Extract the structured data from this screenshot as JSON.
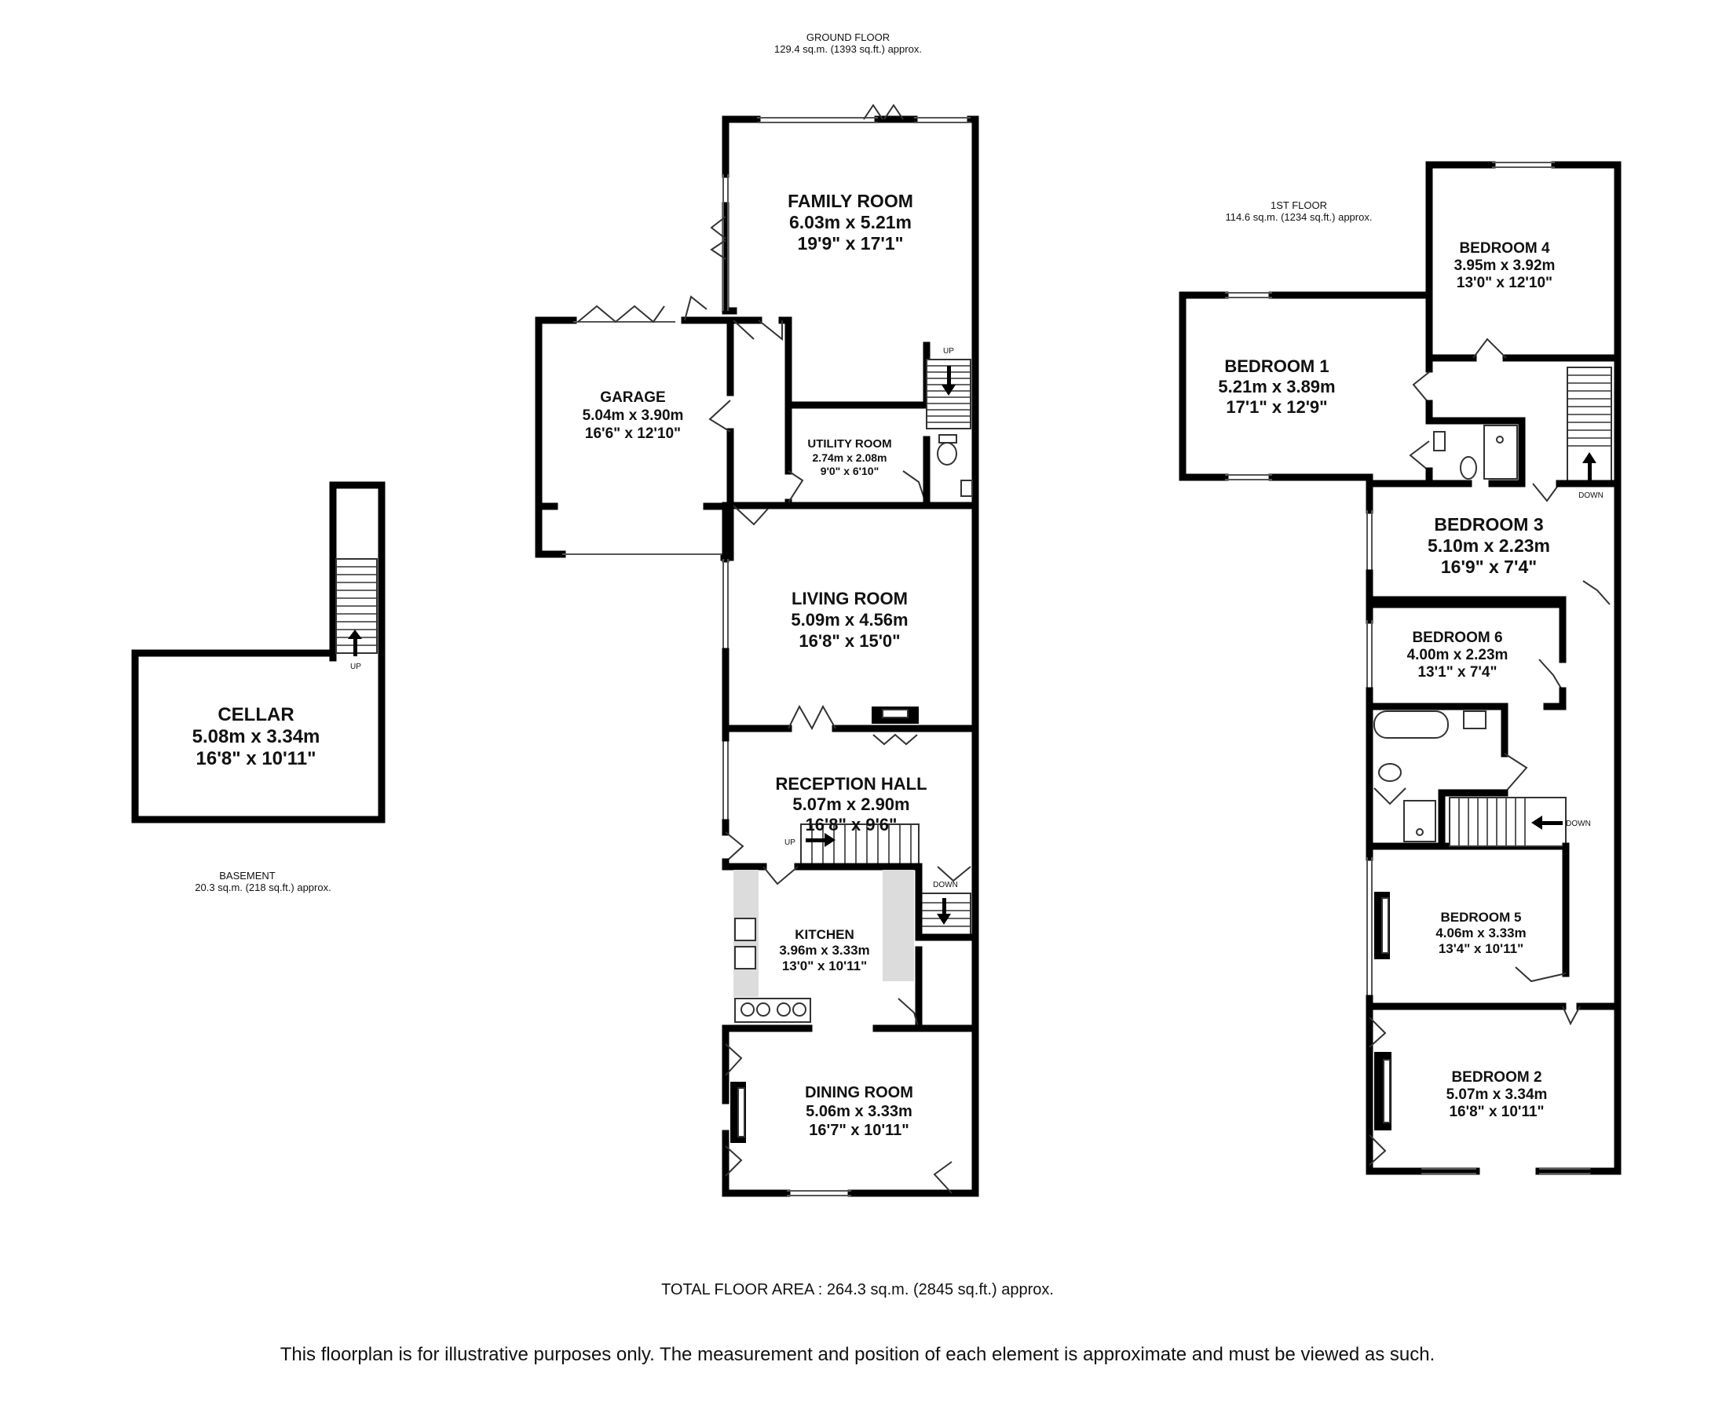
{
  "floors": {
    "ground": {
      "name": "GROUND FLOOR",
      "area": "129.4 sq.m. (1393 sq.ft.) approx."
    },
    "first": {
      "name": "1ST FLOOR",
      "area": "114.6 sq.m. (1234 sq.ft.) approx."
    },
    "basement": {
      "name": "BASEMENT",
      "area": "20.3 sq.m. (218 sq.ft.) approx."
    }
  },
  "rooms": {
    "family_room": {
      "name": "FAMILY ROOM",
      "metric": "6.03m  x 5.21m",
      "imperial": "19'9\"  x 17'1\""
    },
    "garage": {
      "name": "GARAGE",
      "metric": "5.04m  x 3.90m",
      "imperial": "16'6\"  x 12'10\""
    },
    "utility_room": {
      "name": "UTILITY ROOM",
      "metric": "2.74m  x 2.08m",
      "imperial": "9'0\"  x 6'10\""
    },
    "living_room": {
      "name": "LIVING ROOM",
      "metric": "5.09m  x 4.56m",
      "imperial": "16'8\"  x 15'0\""
    },
    "reception_hall": {
      "name": "RECEPTION HALL",
      "metric": "5.07m  x 2.90m",
      "imperial": "16'8\"  x 9'6\""
    },
    "kitchen": {
      "name": "KITCHEN",
      "metric": "3.96m  x 3.33m",
      "imperial": "13'0\"  x 10'11\""
    },
    "dining_room": {
      "name": "DINING ROOM",
      "metric": "5.06m  x 3.33m",
      "imperial": "16'7\"  x 10'11\""
    },
    "cellar": {
      "name": "CELLAR",
      "metric": "5.08m  x 3.34m",
      "imperial": "16'8\"  x 10'11\""
    },
    "bedroom_1": {
      "name": "BEDROOM 1",
      "metric": "5.21m  x 3.89m",
      "imperial": "17'1\"  x 12'9\""
    },
    "bedroom_2": {
      "name": "BEDROOM 2",
      "metric": "5.07m  x 3.34m",
      "imperial": "16'8\"  x 10'11\""
    },
    "bedroom_3": {
      "name": "BEDROOM 3",
      "metric": "5.10m  x 2.23m",
      "imperial": "16'9\"  x 7'4\""
    },
    "bedroom_4": {
      "name": "BEDROOM 4",
      "metric": "3.95m  x 3.92m",
      "imperial": "13'0\"  x 12'10\""
    },
    "bedroom_5": {
      "name": "BEDROOM 5",
      "metric": "4.06m  x 3.33m",
      "imperial": "13'4\"  x 10'11\""
    },
    "bedroom_6": {
      "name": "BEDROOM 6",
      "metric": "4.00m  x 2.23m",
      "imperial": "13'1\"  x 7'4\""
    }
  },
  "stair_labels": {
    "up": "UP",
    "down": "DOWN"
  },
  "total_area": "TOTAL FLOOR AREA : 264.3 sq.m. (2845 sq.ft.) approx.",
  "disclaimer": "This floorplan is for illustrative purposes only. The measurement and position of each element is approximate and must be viewed as such."
}
